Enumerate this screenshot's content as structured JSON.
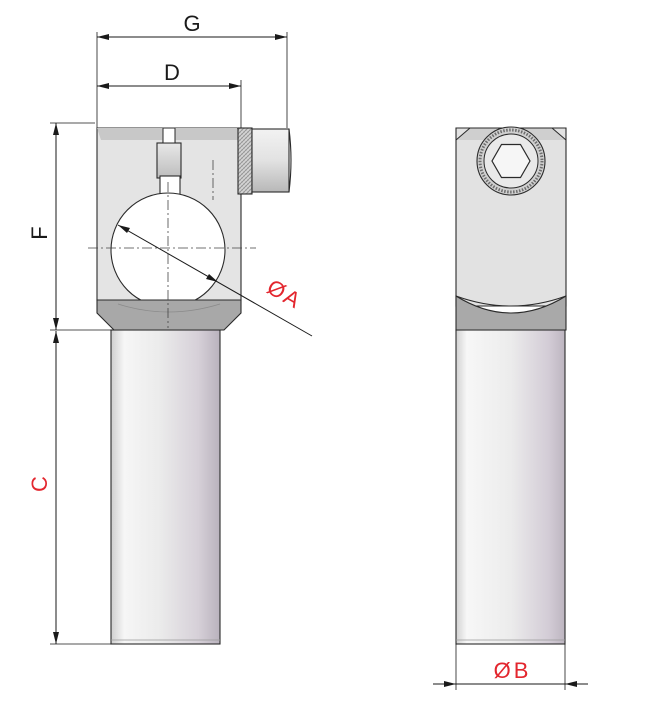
{
  "labels": {
    "G": "G",
    "D": "D",
    "F": "F",
    "C": "C",
    "A": "A",
    "B": "B",
    "diameter_symbol": "Ø"
  },
  "colors": {
    "dimension_black": "#1a1a1a",
    "dimension_red": "#e3262e",
    "body_light": "#e4e4e4",
    "chamfer_gray": "#a8a8a8",
    "shaft_highlight": "#f4f4f4",
    "shaft_shadow": "#c9c3cb"
  },
  "icons": {
    "hex_socket": "hexagon-socket-icon",
    "diameter": "diameter-symbol-icon"
  }
}
